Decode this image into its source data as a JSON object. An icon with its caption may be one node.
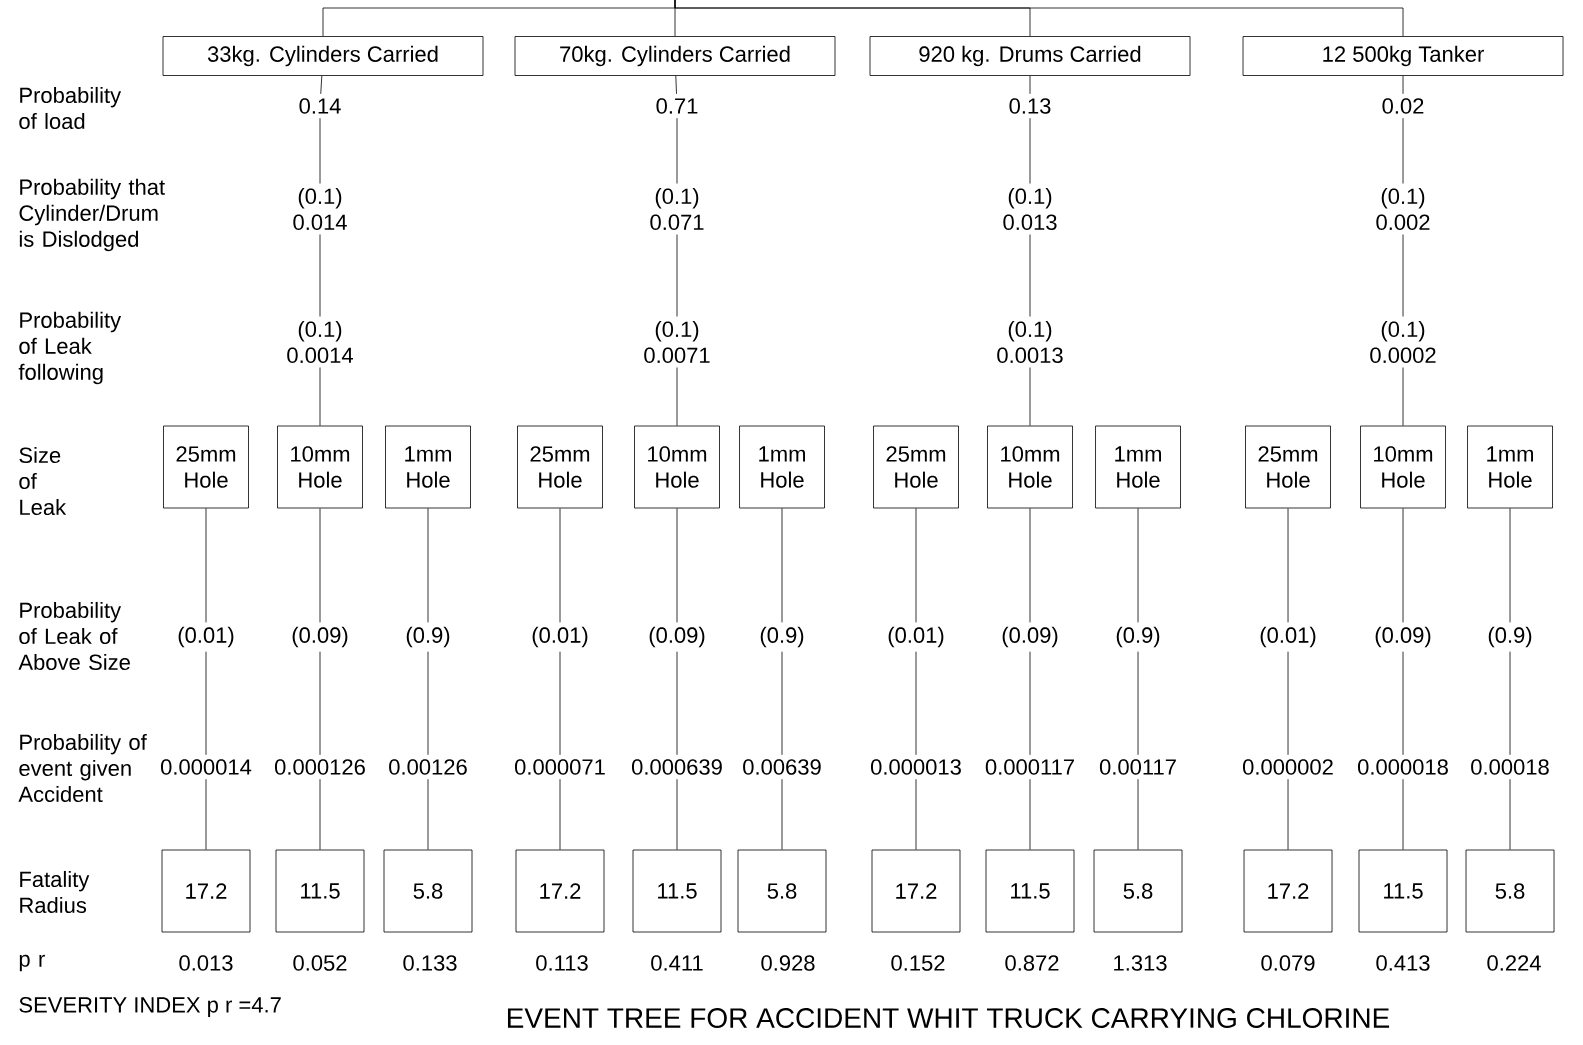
{
  "diagram": {
    "caption": "EVENT TREE FOR ACCIDENT WHIT TRUCK CARRYING CHLORINE",
    "nodes": [
      {
        "text": [
          "33kg. Cylinders Carried"
        ]
      },
      {
        "text": [
          "0.14"
        ]
      },
      {
        "text": [
          "(0.1) 0.014"
        ]
      },
      {
        "text": [
          "(0.1) 0.0014"
        ]
      },
      {
        "text": [
          "25mm Hole"
        ]
      },
      {
        "text": [
          "10mm Hole"
        ]
      },
      {
        "text": [
          "1mm Hole"
        ]
      },
      {
        "text": [
          "(0.01)"
        ]
      },
      {
        "text": [
          "(0.09)"
        ]
      },
      {
        "text": [
          "(0.9)"
        ]
      },
      {
        "text": [
          "0.000014"
        ]
      },
      {
        "text": [
          "0.000126"
        ]
      },
      {
        "text": [
          "0.00126"
        ]
      },
      {
        "text": [
          "17.2"
        ]
      },
      {
        "text": [
          "11.5"
        ]
      },
      {
        "text": [
          "5.8"
        ]
      },
      {
        "text": [
          "70kg. Cylinders Carried"
        ]
      },
      {
        "text": [
          "0.71"
        ]
      },
      {
        "text": [
          "(0.1) 0.071"
        ]
      },
      {
        "text": [
          "(0.1) 0.0071"
        ]
      },
      {
        "text": [
          "25mm Hole"
        ]
      },
      {
        "text": [
          "10mm Hole"
        ]
      },
      {
        "text": [
          "1mm Hole"
        ]
      },
      {
        "text": [
          "(0.01)"
        ]
      },
      {
        "text": [
          "(0.09)"
        ]
      },
      {
        "text": [
          "(0.9)"
        ]
      },
      {
        "text": [
          "0.000071"
        ]
      },
      {
        "text": [
          "0.000639"
        ]
      },
      {
        "text": [
          "0.00639"
        ]
      },
      {
        "text": [
          "17.2"
        ]
      },
      {
        "text": [
          "11.5"
        ]
      },
      {
        "text": [
          "5.8"
        ]
      },
      {
        "text": [
          "920 kg. Drums Carried"
        ]
      },
      {
        "text": [
          "0.13"
        ]
      },
      {
        "text": [
          "(0.1) 0.013"
        ]
      },
      {
        "text": [
          "(0.1) 0.0013"
        ]
      },
      {
        "text": [
          "25mm Hole"
        ]
      },
      {
        "text": [
          "10mm Hole"
        ]
      },
      {
        "text": [
          "1mm Hole"
        ]
      },
      {
        "text": [
          "(0.01)"
        ]
      },
      {
        "text": [
          "(0.09)"
        ]
      },
      {
        "text": [
          "(0.9)"
        ]
      },
      {
        "text": [
          "0.000013"
        ]
      },
      {
        "text": [
          "0.000117"
        ]
      },
      {
        "text": [
          "0.00117"
        ]
      },
      {
        "text": [
          "17.2"
        ]
      },
      {
        "text": [
          "11.5"
        ]
      },
      {
        "text": [
          "5.8"
        ]
      },
      {
        "text": [
          "12 500kg Tanker"
        ]
      },
      {
        "text": [
          "0.02"
        ]
      },
      {
        "text": [
          "(0.1) 0.002"
        ]
      },
      {
        "text": [
          "(0.1) 0.0002"
        ]
      },
      {
        "text": [
          "25mm Hole"
        ]
      },
      {
        "text": [
          "10mm Hole"
        ]
      },
      {
        "text": [
          "1mm Hole"
        ]
      },
      {
        "text": [
          "(0.01)"
        ]
      },
      {
        "text": [
          "(0.09)"
        ]
      },
      {
        "text": [
          "(0.9)"
        ]
      },
      {
        "text": [
          "0.000002"
        ]
      },
      {
        "text": [
          "0.000018"
        ]
      },
      {
        "text": [
          "0.00018"
        ]
      },
      {
        "text": [
          "17.2"
        ]
      },
      {
        "text": [
          "11.5"
        ]
      },
      {
        "text": [
          "5.8"
        ]
      }
    ],
    "edges": [
      {
        "from": null,
        "to": 0,
        "arrow": "none"
      },
      {
        "from": null,
        "to": 16,
        "arrow": "none"
      },
      {
        "from": null,
        "to": 32,
        "arrow": "none"
      },
      {
        "from": null,
        "to": 48,
        "arrow": "none"
      },
      {
        "from": 0,
        "to": 1,
        "arrow": "none"
      },
      {
        "from": 1,
        "to": 2,
        "arrow": "none"
      },
      {
        "from": 2,
        "to": 3,
        "arrow": "none"
      },
      {
        "from": 3,
        "to": 5,
        "arrow": "none"
      },
      {
        "from": 4,
        "to": 7,
        "arrow": "none"
      },
      {
        "from": 5,
        "to": 8,
        "arrow": "none"
      },
      {
        "from": 6,
        "to": 9,
        "arrow": "none"
      },
      {
        "from": 7,
        "to": 10,
        "arrow": "none"
      },
      {
        "from": 8,
        "to": 11,
        "arrow": "none"
      },
      {
        "from": 9,
        "to": 12,
        "arrow": "none"
      },
      {
        "from": 10,
        "to": 13,
        "arrow": "none"
      },
      {
        "from": 11,
        "to": 14,
        "arrow": "none"
      },
      {
        "from": 12,
        "to": 15,
        "arrow": "none"
      },
      {
        "from": 16,
        "to": 17,
        "arrow": "none"
      },
      {
        "from": 17,
        "to": 18,
        "arrow": "none"
      },
      {
        "from": 18,
        "to": 19,
        "arrow": "none"
      },
      {
        "from": 19,
        "to": 21,
        "arrow": "none"
      },
      {
        "from": 20,
        "to": 23,
        "arrow": "none"
      },
      {
        "from": 21,
        "to": 24,
        "arrow": "none"
      },
      {
        "from": 22,
        "to": 25,
        "arrow": "none"
      },
      {
        "from": 23,
        "to": 26,
        "arrow": "none"
      },
      {
        "from": 24,
        "to": 27,
        "arrow": "none"
      },
      {
        "from": 25,
        "to": 28,
        "arrow": "none"
      },
      {
        "from": 26,
        "to": 29,
        "arrow": "none"
      },
      {
        "from": 27,
        "to": 30,
        "arrow": "none"
      },
      {
        "from": 28,
        "to": 31,
        "arrow": "none"
      },
      {
        "from": 32,
        "to": 33,
        "arrow": "none"
      },
      {
        "from": 33,
        "to": 34,
        "arrow": "none"
      },
      {
        "from": 34,
        "to": 35,
        "arrow": "none"
      },
      {
        "from": 35,
        "to": 37,
        "arrow": "none"
      },
      {
        "from": 36,
        "to": 39,
        "arrow": "none"
      },
      {
        "from": 37,
        "to": 40,
        "arrow": "none"
      },
      {
        "from": 38,
        "to": 41,
        "arrow": "none"
      },
      {
        "from": 39,
        "to": 42,
        "arrow": "none"
      },
      {
        "from": 40,
        "to": 43,
        "arrow": "none"
      },
      {
        "from": 41,
        "to": 44,
        "arrow": "none"
      },
      {
        "from": 42,
        "to": 45,
        "arrow": "none"
      },
      {
        "from": 43,
        "to": 46,
        "arrow": "none"
      },
      {
        "from": 44,
        "to": 47,
        "arrow": "none"
      },
      {
        "from": 48,
        "to": 49,
        "arrow": "none"
      },
      {
        "from": 49,
        "to": 50,
        "arrow": "none"
      },
      {
        "from": 50,
        "to": 51,
        "arrow": "none"
      },
      {
        "from": 51,
        "to": 53,
        "arrow": "none"
      },
      {
        "from": 52,
        "to": 55,
        "arrow": "none"
      },
      {
        "from": 53,
        "to": 56,
        "arrow": "none"
      },
      {
        "from": 54,
        "to": 57,
        "arrow": "none"
      },
      {
        "from": 55,
        "to": 58,
        "arrow": "none"
      },
      {
        "from": 56,
        "to": 59,
        "arrow": "none"
      },
      {
        "from": 57,
        "to": 60,
        "arrow": "none"
      },
      {
        "from": 58,
        "to": 61,
        "arrow": "none"
      },
      {
        "from": 59,
        "to": 62,
        "arrow": "none"
      },
      {
        "from": 60,
        "to": 63,
        "arrow": "none"
      }
    ],
    "labels": [
      "Probability of load",
      "Probability that Cylinder/Drum is Dislodged",
      "Probability of Leak following",
      "Size of Leak",
      "Probability of Leak of Above Size",
      "Probability of event given Accident",
      "Fatality Radius",
      "p r",
      "0.013",
      "0.052",
      "0.133",
      "0.113",
      "0.411",
      "0.928",
      "0.152",
      "0.872",
      "1.313",
      "0.079",
      "0.413",
      "0.224",
      "SEVERITY INDEX   p r =4.7"
    ]
  }
}
